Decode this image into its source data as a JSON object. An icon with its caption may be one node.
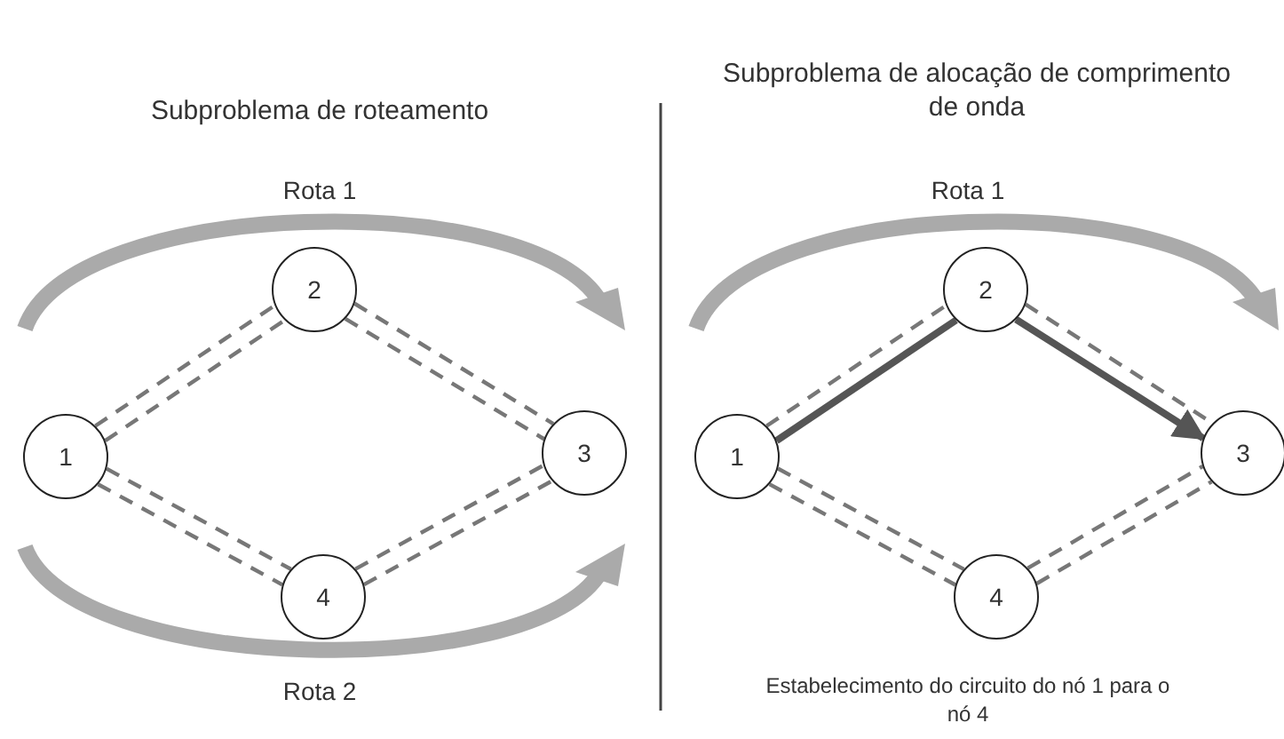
{
  "diagram": {
    "nodes": [
      {
        "text": [
          "1"
        ]
      },
      {
        "text": [
          "2"
        ]
      },
      {
        "text": [
          "3"
        ]
      },
      {
        "text": [
          "4"
        ]
      },
      {
        "text": [
          "1"
        ]
      },
      {
        "text": [
          "2"
        ]
      },
      {
        "text": [
          "3"
        ]
      },
      {
        "text": [
          "4"
        ]
      }
    ],
    "edges": [
      {
        "from": 0,
        "to": 1,
        "arrow": "none",
        "style": "dashed"
      },
      {
        "from": 0,
        "to": 1,
        "arrow": "none",
        "style": "dashed"
      },
      {
        "from": 1,
        "to": 2,
        "arrow": "none",
        "style": "dashed"
      },
      {
        "from": 1,
        "to": 2,
        "arrow": "none",
        "style": "dashed"
      },
      {
        "from": 0,
        "to": 3,
        "arrow": "none",
        "style": "dashed"
      },
      {
        "from": 0,
        "to": 3,
        "arrow": "none",
        "style": "dashed"
      },
      {
        "from": 3,
        "to": 2,
        "arrow": "none",
        "style": "dashed"
      },
      {
        "from": 3,
        "to": 2,
        "arrow": "none",
        "style": "dashed"
      },
      {
        "from": 4,
        "to": 5,
        "arrow": "none",
        "style": "dashed"
      },
      {
        "from": 4,
        "to": 5,
        "arrow": "none",
        "style": "thick"
      },
      {
        "from": 5,
        "to": 6,
        "arrow": "none",
        "style": "dashed"
      },
      {
        "from": 5,
        "to": 6,
        "arrow": "to",
        "style": "thick"
      },
      {
        "from": 4,
        "to": 7,
        "arrow": "none",
        "style": "dashed"
      },
      {
        "from": 4,
        "to": 7,
        "arrow": "none",
        "style": "dashed"
      },
      {
        "from": 7,
        "to": 6,
        "arrow": "none",
        "style": "dashed"
      },
      {
        "from": 7,
        "to": 6,
        "arrow": "none",
        "style": "dashed"
      }
    ],
    "labels": [
      "Subproblema de roteamento",
      "Subproblema de alocação de comprimento de onda",
      "Rota 1",
      "Rota 1",
      "Rota 2",
      "Estabelecimento do circuito do nó 1 para o nó 4"
    ]
  }
}
